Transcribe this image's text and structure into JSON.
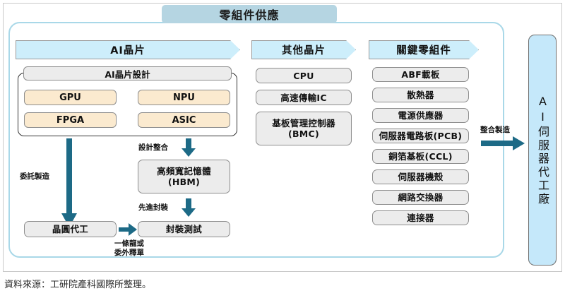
{
  "figure": {
    "banner_title": "零組件供應",
    "footer_source": "資料來源：工研院產科國際所整理。",
    "colors": {
      "banner_fill": "#b5d5e2",
      "chevron_fill": "#cdeefb",
      "container_border": "#a9d8e8",
      "item_fill": "#ececec",
      "chip_fill": "#fbeacf",
      "arrow": "#1d6a86",
      "server_fill": "#c5e8fa"
    }
  },
  "columns": [
    {
      "header": "AI晶片",
      "design_strip": "AI晶片設計",
      "chips": [
        "GPU",
        "NPU",
        "FPGA",
        "ASIC"
      ]
    },
    {
      "header": "其他晶片",
      "items": [
        "CPU",
        "高速傳輸IC",
        "基板管理控制器\n(BMC)"
      ],
      "items_display": [
        {
          "line1": "CPU",
          "line2": ""
        },
        {
          "line1": "高速傳輸IC",
          "line2": ""
        },
        {
          "line1": "基板管理控制器",
          "line2": "(BMC)"
        }
      ]
    },
    {
      "header": "關鍵零組件",
      "items": [
        "ABF載板",
        "散熱器",
        "電源供應器",
        "伺服器電路板(PCB)",
        "銅箔基板(CCL)",
        "伺服器機殼",
        "網路交換器",
        "連接器"
      ]
    }
  ],
  "flow": {
    "hbm": {
      "line1": "高頻寬記憶體",
      "line2": "(HBM)"
    },
    "foundry": "晶圓代工",
    "packaging_test": "封裝測試",
    "labels": {
      "outsourced_manufacturing": "委託製造",
      "design_integration": "設計整合",
      "advanced_packaging": "先進封裝",
      "turnkey_or_outsource_line1": "一條龍或",
      "turnkey_or_outsource_line2": "委外釋單",
      "integrated_manufacturing": "整合製造"
    }
  },
  "server": {
    "label": "AI伺服器代工廠"
  }
}
